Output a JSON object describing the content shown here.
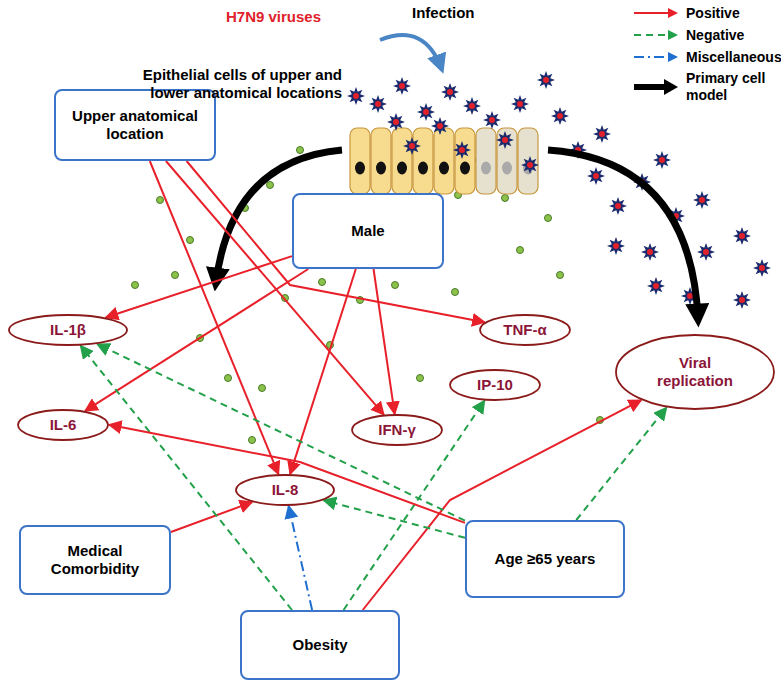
{
  "diagram": {
    "nodes": [
      {
        "text": [
          "Upper anatomical location"
        ]
      },
      {
        "text": [
          "Male"
        ]
      },
      {
        "text": [
          "IL-1β"
        ]
      },
      {
        "text": [
          "TNF-α"
        ]
      },
      {
        "text": [
          "Viral replication"
        ]
      },
      {
        "text": [
          "IP-10"
        ]
      },
      {
        "text": [
          "IL-6"
        ]
      },
      {
        "text": [
          "IFN-γ"
        ]
      },
      {
        "text": [
          "IL-8"
        ]
      },
      {
        "text": [
          "Medical Comorbidity"
        ]
      },
      {
        "text": [
          "Age ≥65 years"
        ]
      },
      {
        "text": [
          "Obesity"
        ]
      }
    ],
    "edges": [
      {
        "from": 0,
        "to": 3,
        "arrow": "to"
      },
      {
        "from": 0,
        "to": 7,
        "arrow": "to"
      },
      {
        "from": 0,
        "to": 8,
        "arrow": "to"
      },
      {
        "from": 1,
        "to": 2,
        "arrow": "to"
      },
      {
        "from": 1,
        "to": 6,
        "arrow": "to"
      },
      {
        "from": 1,
        "to": 7,
        "arrow": "to"
      },
      {
        "from": 1,
        "to": 8,
        "arrow": "to"
      },
      {
        "from": 9,
        "to": 8,
        "arrow": "to"
      },
      {
        "from": 11,
        "to": 2,
        "arrow": "to"
      },
      {
        "from": 11,
        "to": 8,
        "arrow": "to"
      },
      {
        "from": 11,
        "to": 5,
        "arrow": "to"
      },
      {
        "from": 11,
        "to": 4,
        "arrow": "to"
      },
      {
        "from": 10,
        "to": 2,
        "arrow": "to"
      },
      {
        "from": 10,
        "to": 6,
        "arrow": "to"
      },
      {
        "from": 10,
        "to": 8,
        "arrow": "to"
      },
      {
        "from": 10,
        "to": 4,
        "arrow": "to"
      }
    ],
    "labels": [
      "H7N9 viruses",
      "Infection",
      "Epithelial cells of upper and lower anatomical locations"
    ],
    "legend": [
      {
        "text": "Positive"
      },
      {
        "text": "Negative"
      },
      {
        "text": "Miscellaneous"
      },
      {
        "text": "Primary cell model"
      }
    ]
  }
}
